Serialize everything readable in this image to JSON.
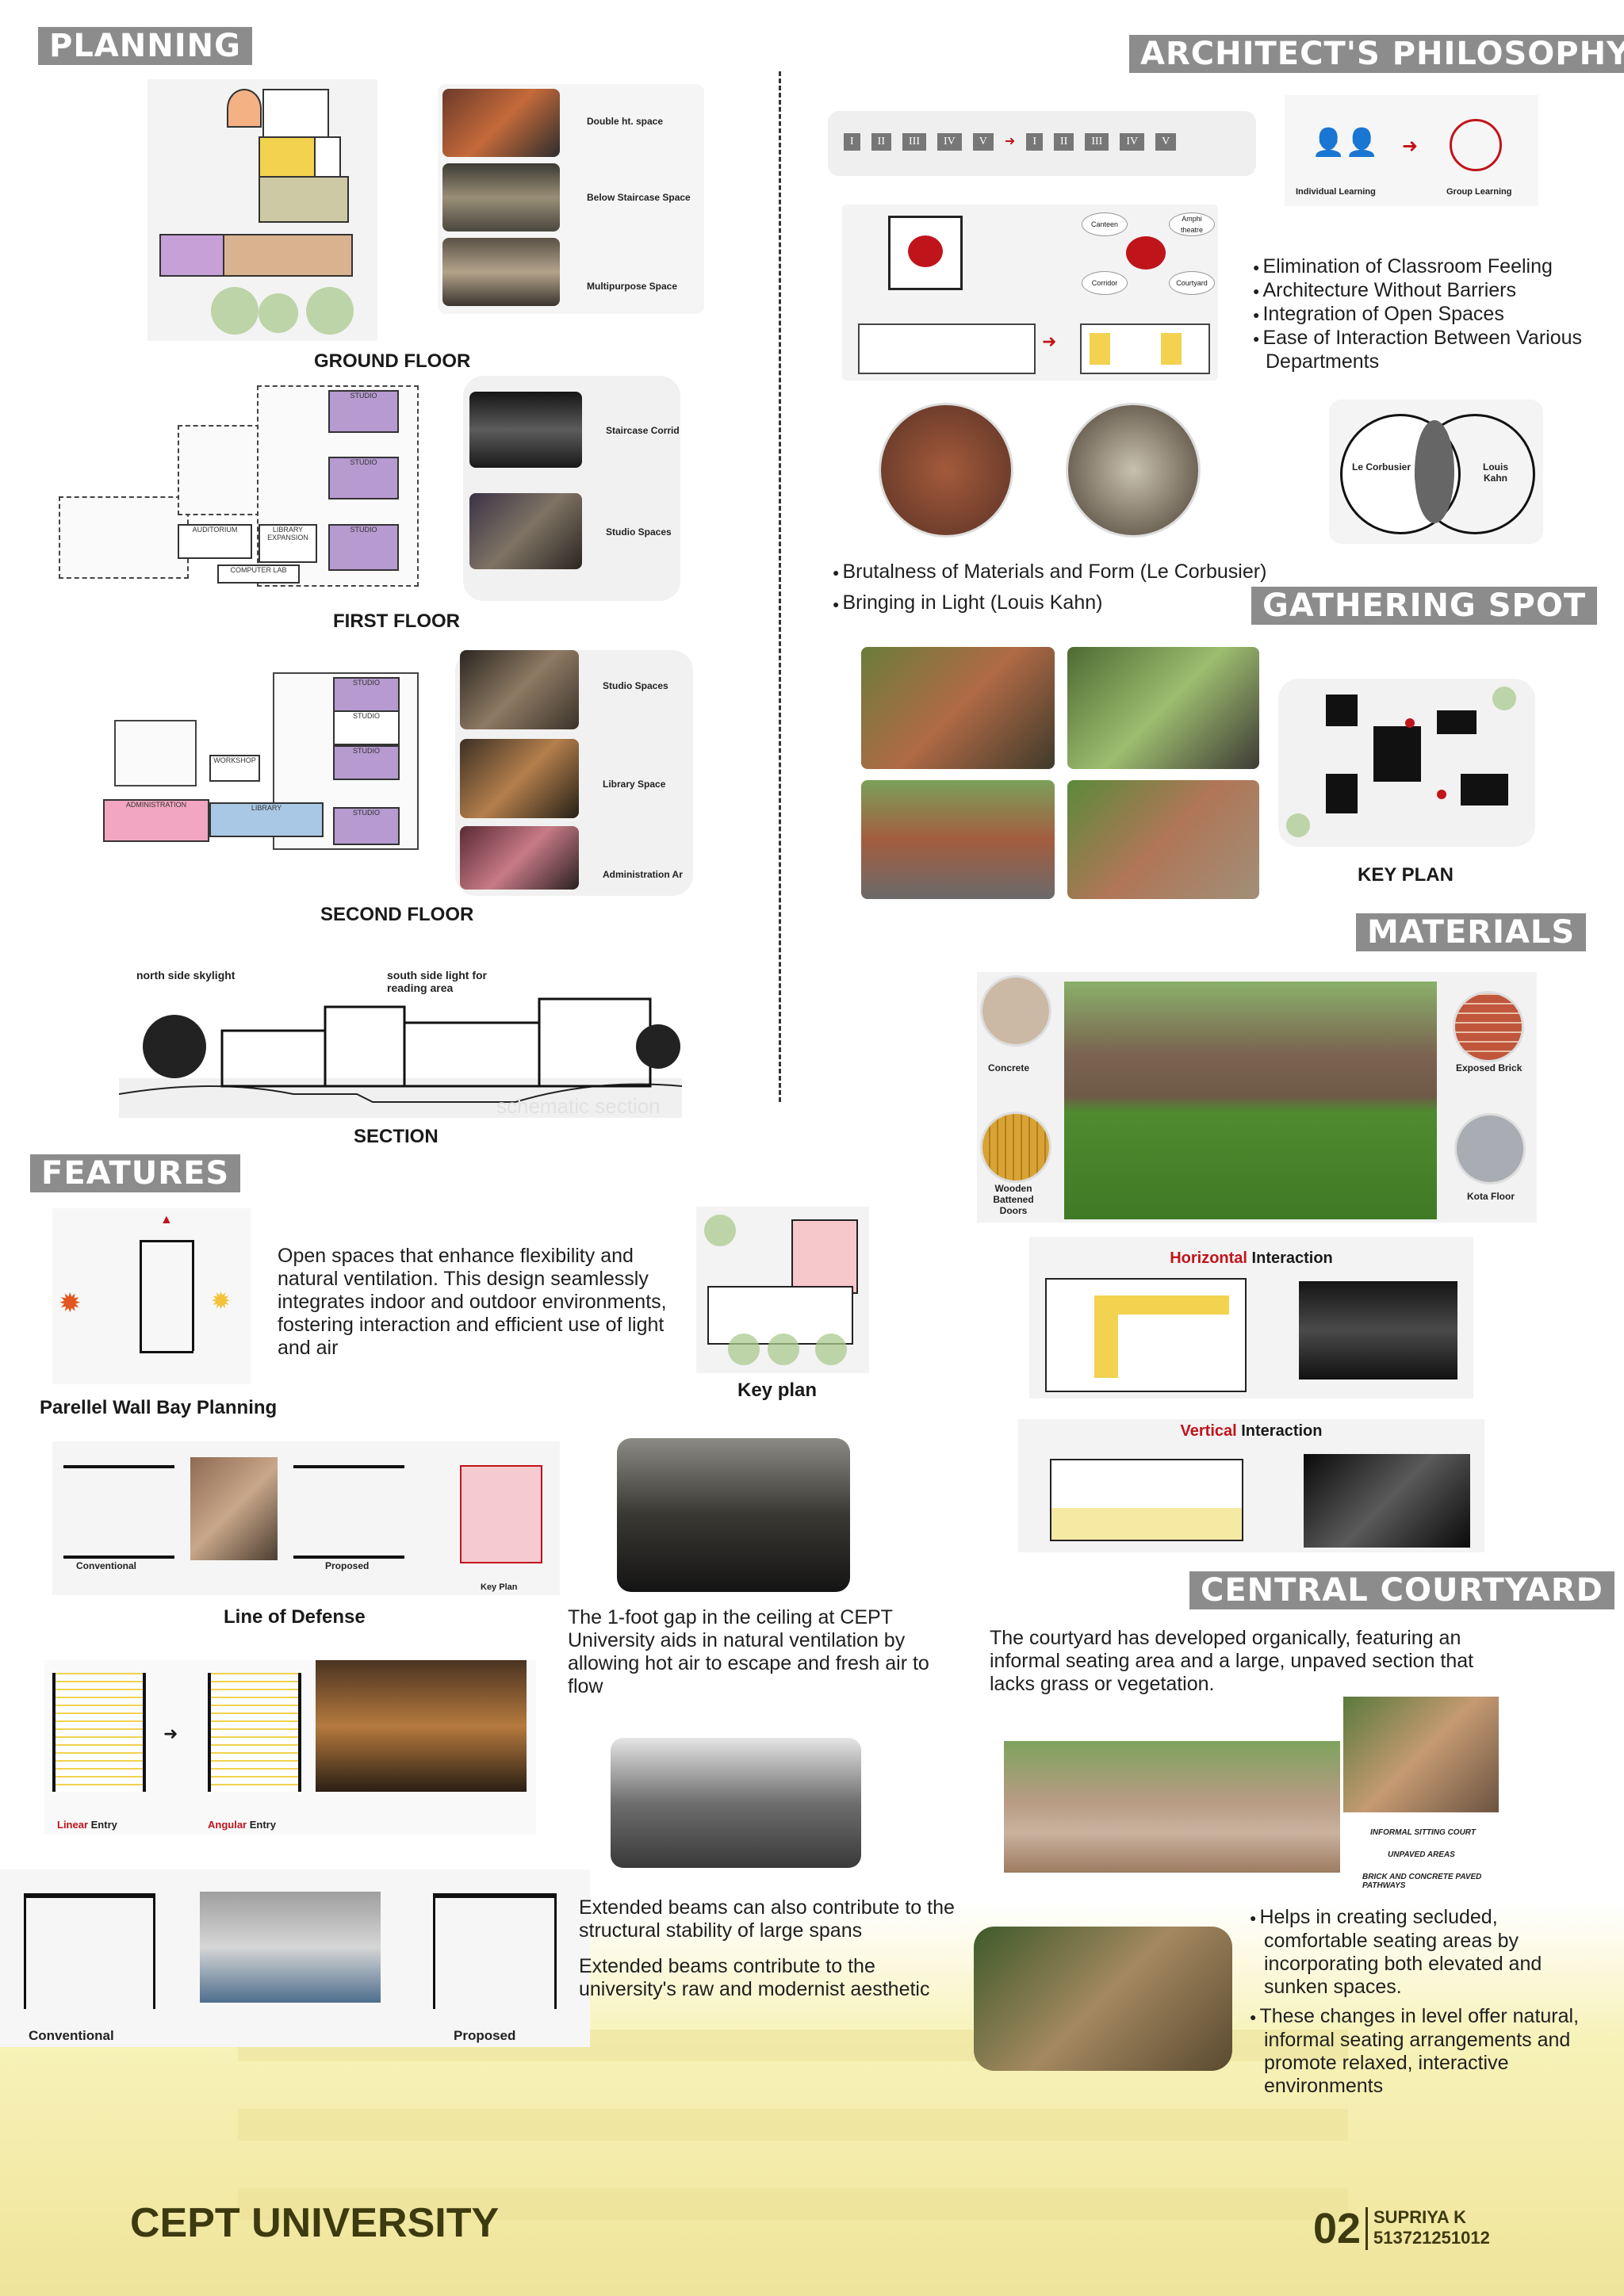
{
  "headers": {
    "planning": "PLANNING",
    "philosophy": "ARCHITECT'S PHILOSOPHY",
    "gathering": "GATHERING SPOT",
    "materials": "MATERIALS",
    "features": "FEATURES",
    "courtyard": "CENTRAL COURTYARD"
  },
  "planning": {
    "ground_floor": "GROUND FLOOR",
    "first_floor": "FIRST FLOOR",
    "second_floor": "SECOND FLOOR",
    "section": "SECTION",
    "gf_labels": [
      "Double ht. space",
      "Below Staircase Space",
      "Multipurpose Space"
    ],
    "ff_labels": [
      "Staircase Corrid",
      "Studio Spaces"
    ],
    "sf_labels": [
      "Studio Spaces",
      "Library Space",
      "Administration Ar"
    ],
    "ff_rooms": [
      "STUDIO",
      "STUDIO",
      "STUDIO",
      "AUDITORIUM",
      "LIBRARY EXPANSION",
      "COMPUTER LAB"
    ],
    "sf_rooms": [
      "STUDIO",
      "STUDIO",
      "STUDIO",
      "STUDIO",
      "WORKSHOP",
      "ADMINISTRATION",
      "LIBRARY"
    ],
    "section_labels": [
      "north side skylight",
      "south side light for reading area"
    ],
    "section_watermark": "schematic section"
  },
  "philosophy": {
    "numerals": [
      "I",
      "II",
      "III",
      "IV",
      "V"
    ],
    "learning": [
      "Individual Learning",
      "Group Learning"
    ],
    "brain_labels": [
      "Canteen",
      "Amphi theatre",
      "Corridor",
      "Courtyard"
    ],
    "bullets": [
      "Elimination of Classroom Feeling",
      "Architecture Without Barriers",
      "Integration of Open Spaces",
      "Ease of Interaction Between Various Departments"
    ],
    "venn": [
      "Le Corbusier",
      "Louis Kahn"
    ],
    "influences": [
      "Brutalness of Materials and Form (Le Corbusier)",
      "Bringing in Light (Louis Kahn)"
    ]
  },
  "gathering": {
    "key_plan": "KEY PLAN"
  },
  "materials": {
    "items": [
      "Concrete",
      "Exposed Brick",
      "Wooden Battened Doors",
      "Kota Floor"
    ],
    "horizontal": [
      "Horizontal",
      " Interaction"
    ],
    "vertical": [
      "Vertical",
      " Interaction"
    ]
  },
  "features": {
    "bay_caption": "Parellel Wall Bay Planning",
    "bay_text": "Open spaces that enhance flexibility and natural ventilation. This design seamlessly integrates indoor and outdoor environments, fostering interaction and efficient use of light and air",
    "key_plan": "Key plan",
    "defense_caption": "Line of Defense",
    "defense_labels": [
      "Conventional",
      "Proposed",
      "Key Plan"
    ],
    "gap_text": "The 1-foot gap in the ceiling at CEPT University aids in natural ventilation by allowing hot air to escape and fresh air to flow",
    "entry_labels": [
      [
        "Linear",
        " Entry"
      ],
      [
        "Angular",
        " Entry"
      ]
    ],
    "beam_texts": [
      "Extended beams can also contribute to the structural stability of large spans",
      "Extended beams contribute to the university's raw and modernist aesthetic"
    ],
    "beam_labels": [
      "Conventional",
      "Proposed"
    ]
  },
  "courtyard": {
    "intro": "The courtyard has developed organically, featuring an informal seating area and a large, unpaved section that lacks grass or vegetation.",
    "annotations": [
      "INFORMAL SITTING COURT",
      "UNPAVED AREAS",
      "BRICK AND CONCRETE PAVED PATHWAYS"
    ],
    "bullets": [
      "Helps in creating secluded, comfortable seating areas by incorporating both elevated and sunken spaces.",
      "These changes in level offer natural, informal seating arrangements and promote relaxed, interactive environments"
    ]
  },
  "footer": {
    "title": "CEPT UNIVERSITY",
    "page": "02",
    "name": "SUPRIYA K",
    "id": "513721251012"
  },
  "colors": {
    "header_bg": "#8c8c8c",
    "accent_red": "#c0141b",
    "purple": "#b69ad0",
    "yellow": "#f2d24f",
    "olive_title": "#3d3a10"
  }
}
